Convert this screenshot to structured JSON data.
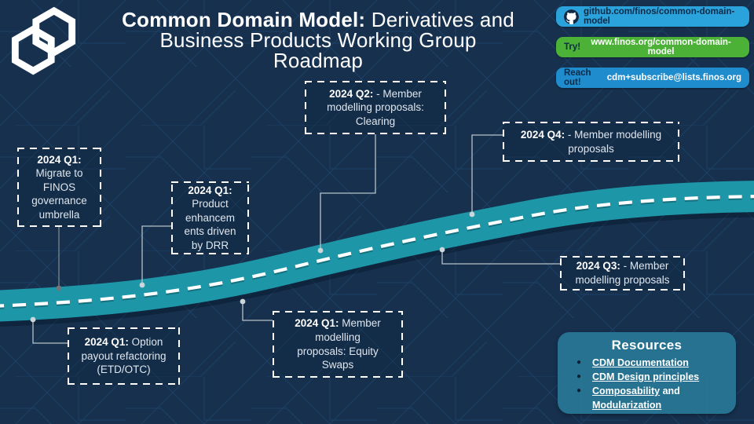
{
  "header": {
    "title_bold": "Common Domain Model:",
    "title_rest": " Derivatives and\nBusiness Products Working Group\nRoadmap"
  },
  "badges": [
    {
      "label": "",
      "url": "github.com/finos/common-domain-model",
      "icon": "github-icon",
      "bg": "#2aa3dc"
    },
    {
      "label": "Try!",
      "url": "www.finos.org/common-domain-model",
      "icon": "",
      "bg": "#4bb237"
    },
    {
      "label": "Reach out!",
      "url": "cdm+subscribe@lists.finos.org",
      "icon": "",
      "bg": "#1f8ccd"
    }
  ],
  "milestones": [
    {
      "q": "2024 Q1:",
      "text": "\nMigrate to\nFINOS\ngovernance\numbrella"
    },
    {
      "q": "2024 Q1:",
      "text": "\nProduct\nenhancem\nents driven\nby DRR"
    },
    {
      "q": "2024 Q2:",
      "text": " - Member\nmodelling proposals:\nClearing"
    },
    {
      "q": "2024 Q4:",
      "text": " - Member modelling\nproposals"
    },
    {
      "q": "2024 Q3:",
      "text": " - Member\nmodelling proposals"
    },
    {
      "q": "2024 Q1:",
      "text": " Option\npayout refactoring\n(ETD/OTC)"
    },
    {
      "q": "2024 Q1:",
      "text": " Member\nmodelling\nproposals: Equity\nSwaps"
    }
  ],
  "resources": {
    "title": "Resources",
    "link1": "CDM Documentation",
    "link2": "CDM Design principles",
    "link3_a": "Composability",
    "link3_join": " and",
    "link3_b": "Modularization"
  },
  "colors": {
    "background": "#16304e",
    "pattern_line": "#2e7cb4",
    "road": "#1d96a7",
    "road_dash": "#ffffff",
    "badge_github": "#2aa3dc",
    "badge_try": "#4bb237",
    "badge_reach": "#1f8ccd",
    "resources_panel": "#297b9a"
  }
}
